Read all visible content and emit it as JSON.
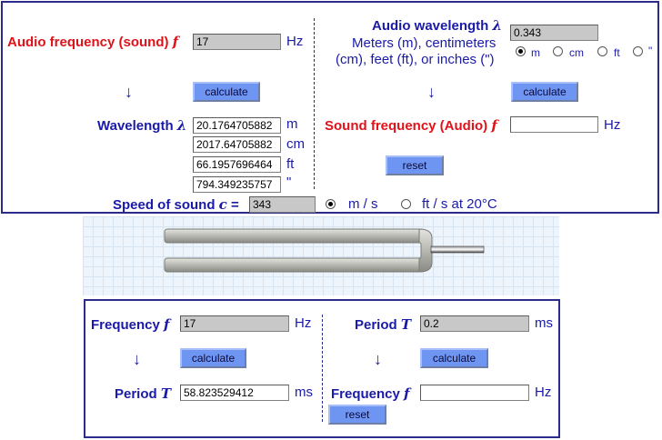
{
  "top": {
    "audio_freq_label": "Audio frequency (sound)",
    "audio_freq_sym": "f",
    "audio_freq_value": "17",
    "audio_freq_unit": "Hz",
    "calc_left": "calculate",
    "arrow": "↓",
    "wavelength_label": "Wavelength",
    "wavelength_sym": "λ",
    "wl_m": "20.1764705882",
    "wl_m_unit": "m",
    "wl_cm": "2017.64705882",
    "wl_cm_unit": "cm",
    "wl_ft": "66.1957696464",
    "wl_ft_unit": "ft",
    "wl_in": "794.349235757",
    "wl_in_unit": "\"",
    "speed_label": "Speed of sound",
    "speed_sym": "c",
    "speed_eq": "=",
    "speed_value": "343",
    "speed_opt1": "m / s",
    "speed_opt2": "ft / s at 20°C",
    "audio_wl_label": "Audio wavelength",
    "audio_wl_sym": "λ",
    "audio_wl_desc1": "Meters (m), centimeters",
    "audio_wl_desc2": "(cm), feet (ft), or inches (\")",
    "audio_wl_value": "0.343",
    "unit_opts": [
      "m",
      "cm",
      "ft",
      "\""
    ],
    "calc_right": "calculate",
    "sound_freq_label": "Sound frequency (Audio)",
    "sound_freq_sym": "f",
    "sound_freq_value": "",
    "sound_freq_unit": "Hz",
    "reset": "reset"
  },
  "bottom": {
    "freq_label": "Frequency",
    "freq_sym": "f",
    "freq_value": "17",
    "freq_unit": "Hz",
    "calc_left": "calculate",
    "period_label": "Period",
    "period_sym": "T",
    "period_result": "58.823529412",
    "period_result_unit": "ms",
    "period_in_label": "Period",
    "period_in_sym": "T",
    "period_in_value": "0.2",
    "period_in_unit": "ms",
    "calc_right": "calculate",
    "freq_out_label": "Frequency",
    "freq_out_sym": "f",
    "freq_out_value": "",
    "freq_out_unit": "Hz",
    "reset": "reset",
    "arrow": "↓"
  },
  "colors": {
    "border": "#2b2b8c",
    "red_label": "#e0121a",
    "blue_label": "#1a1aa8",
    "button": "#6f95f2"
  }
}
